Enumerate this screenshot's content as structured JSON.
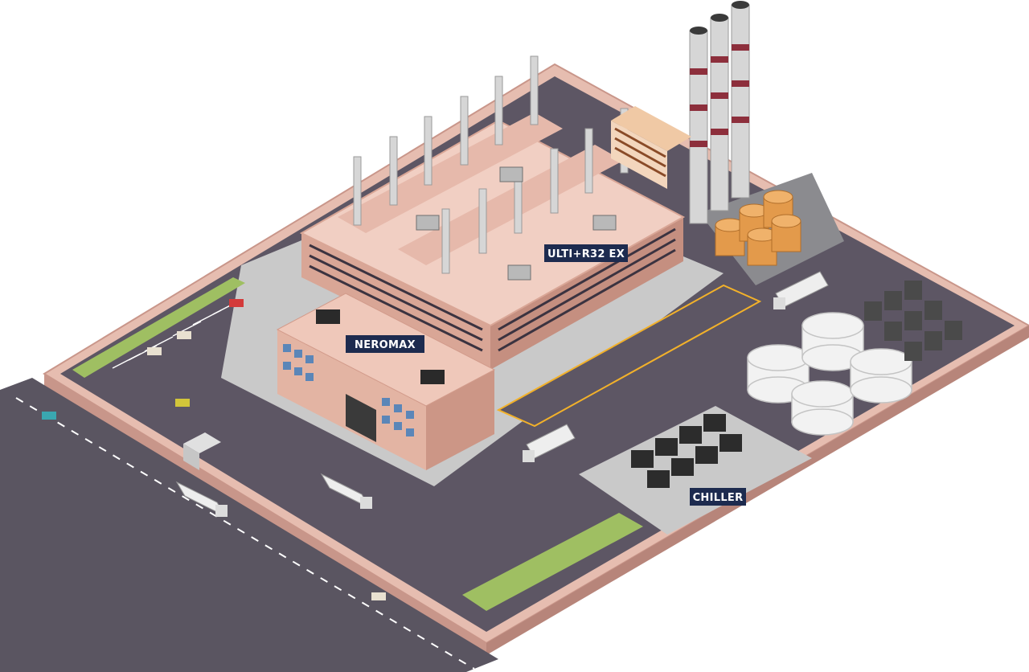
{
  "labels": {
    "neromax": "NEROMAX",
    "ulti": "ULTI+R32 EX",
    "chiller": "CHILLER"
  },
  "colors": {
    "label_bg": "#1d2b4f",
    "wall": "#e0b4a4",
    "wall_dark": "#c8968a",
    "asphalt": "#5d5664",
    "plaza": "#c9c9c9",
    "grass": "#9fbf62",
    "factory_roof": "#f1cfc3",
    "factory_side": "#d9a696",
    "office_window": "#5b86b8",
    "stack": "#d6d6d6",
    "stack_band": "#8d2f3c",
    "tank_orange": "#e39a4b",
    "tank_white": "#f2f2f2",
    "road_line": "#ffffff",
    "yellow_line": "#f2b12a"
  }
}
